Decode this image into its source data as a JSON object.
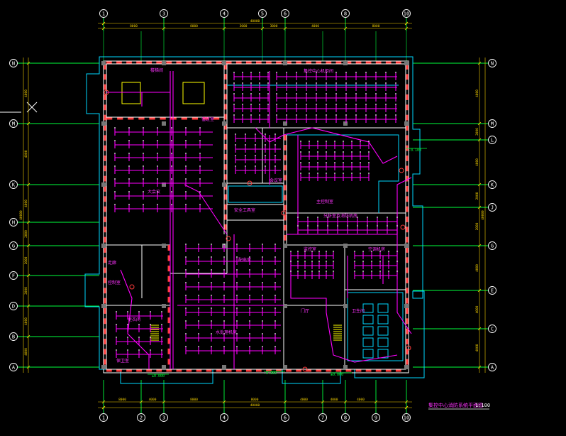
{
  "drawing": {
    "title": "集控中心消防系统平面图",
    "scale": "1:100",
    "colors": {
      "background": "#000000",
      "grid_line": "#00ff3c",
      "wall": "#ffffff",
      "wall_fill": "#ff3b3b",
      "outline": "#00d8ff",
      "pipe": "#ff00ff",
      "dim": "#f5d100",
      "label": "#ff33ff",
      "sprinkler": "#ffffff",
      "stair": "#ffff00"
    },
    "top_axes": [
      "1",
      "3",
      "4",
      "5",
      "6",
      "8",
      "10"
    ],
    "bottom_axes": [
      "1",
      "2",
      "3",
      "4",
      "6",
      "7",
      "8",
      "9",
      "10"
    ],
    "left_axes": [
      "N",
      "M",
      "K",
      "H",
      "G",
      "F",
      "D",
      "B",
      "A"
    ],
    "right_axes": [
      "N",
      "M",
      "L",
      "K",
      "J",
      "G",
      "E",
      "C",
      "A"
    ],
    "top_dims": [
      "8000",
      "8000",
      "3000",
      "3000",
      "4000",
      "8000"
    ],
    "top_total": "40000",
    "bottom_dims": [
      "8000",
      "4000",
      "8000",
      "8000",
      "4000",
      "4000",
      "4000"
    ],
    "bottom_total": "40000",
    "left_dims": [
      "4000",
      "4000",
      "4000",
      "2000",
      "2000",
      "2000",
      "4000",
      "4000"
    ],
    "left_total": "40000",
    "right_dims": [
      "4000",
      "2000",
      "4000",
      "2000",
      "2000",
      "4000",
      "4000",
      "4000"
    ],
    "right_total": "40000",
    "rooms": [
      "楼梯间",
      "值班室",
      "集控中心机柜间",
      "大会议",
      "会议室",
      "主控制室",
      "分析室及消防机房",
      "安全工具室",
      "监控室",
      "空调机房",
      "配电室",
      "走廊",
      "门厅",
      "更衣间",
      "卫生间",
      "控制室",
      "水处理机房",
      "保卫室"
    ],
    "elevations": [
      "±0.000",
      "-0.100",
      "-0.300",
      "±0.000"
    ]
  }
}
